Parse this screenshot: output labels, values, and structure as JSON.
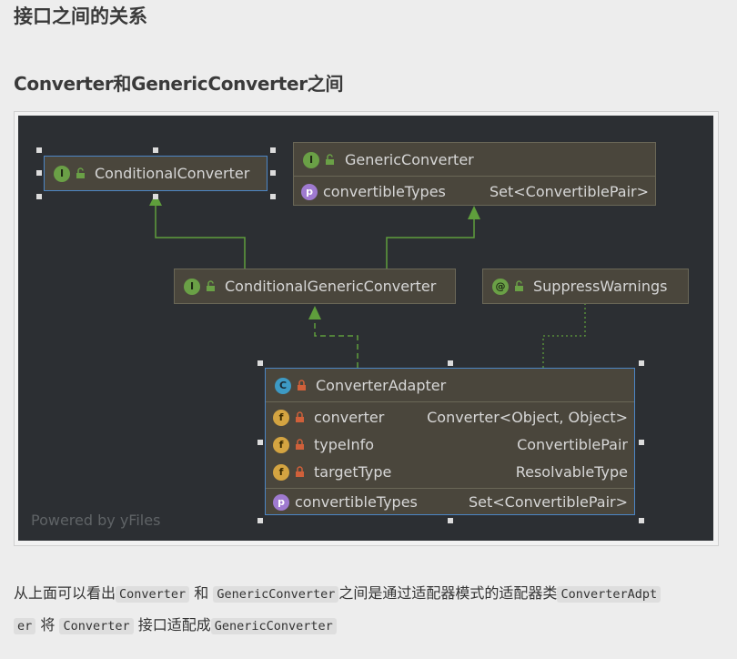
{
  "page": {
    "heading": "接口之间的关系",
    "subheading": "Converter和GenericConverter之间"
  },
  "diagram": {
    "nodes": {
      "conditional_converter": {
        "badge": "I",
        "name": "ConditionalConverter"
      },
      "generic_converter": {
        "badge": "I",
        "name": "GenericConverter",
        "member_badge": "p",
        "member": "convertibleTypes",
        "member_type": "Set<ConvertiblePair>"
      },
      "conditional_generic_converter": {
        "badge": "I",
        "name": "ConditionalGenericConverter"
      },
      "suppress_warnings": {
        "badge": "@",
        "name": "SuppressWarnings"
      },
      "converter_adapter": {
        "badge": "C",
        "name": "ConverterAdapter",
        "fields": [
          {
            "badge": "f",
            "name": "converter",
            "type": "Converter<Object, Object>"
          },
          {
            "badge": "f",
            "name": "typeInfo",
            "type": "ConvertiblePair"
          },
          {
            "badge": "f",
            "name": "targetType",
            "type": "ResolvableType"
          }
        ],
        "property_badge": "p",
        "property": "convertibleTypes",
        "property_type": "Set<ConvertiblePair>"
      }
    },
    "watermark": "Powered by yFiles",
    "colors": {
      "background": "#2c2f33",
      "node": "#4a463c",
      "edge": "#5f9e3c",
      "selection": "#4c86c6"
    }
  },
  "paragraph": {
    "t1": "从上面可以看出",
    "c1": "Converter",
    "t2": "和",
    "c2": "GenericConverter",
    "t3": "之间是通过适配器模式的适配器类",
    "c3a": "ConverterAdpt",
    "c3b": "er",
    "t4": "将",
    "c4": "Converter",
    "t5": "接口适配成",
    "c5": "GenericConverter"
  }
}
